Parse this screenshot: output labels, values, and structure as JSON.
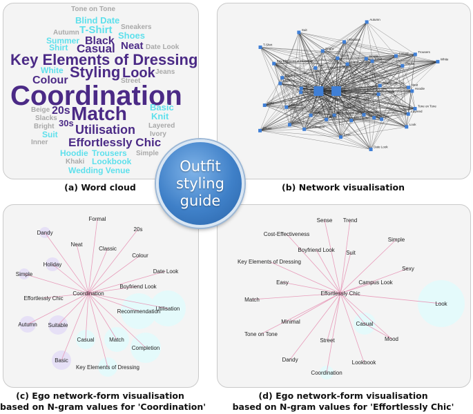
{
  "center": {
    "line1": "Outfit",
    "line2": "styling",
    "line3": "guide"
  },
  "captions": {
    "a": "(a) Word cloud",
    "b": "(b) Network visualisation",
    "c1": "(c) Ego network-form visualisation",
    "c2": "based on N-gram values for 'Coordination'",
    "d1": "(d) Ego network-form visualisation",
    "d2": "based on N-gram values for 'Effortlessly Chic'"
  },
  "colors": {
    "purple": "#4b2a86",
    "cyan": "#5ee0ec",
    "grey": "#a9a9a9",
    "edge_pink": "#e79ab9",
    "node_cyan": "#e4fafb",
    "node_lavender": "#e6e0f6"
  },
  "word_cloud": {
    "tone_on_tone": "Tone on Tone",
    "blind_date": "Blind Date",
    "t_shirt": "T-Shirt",
    "sneakers": "Sneakers",
    "autumn": "Autumn",
    "shoes": "Shoes",
    "summer": "Summer",
    "black": "Black",
    "shirt": "Shirt",
    "casual": "Casual",
    "neat": "Neat",
    "date_look": "Date Look",
    "key_elements": "Key Elements of Dressing",
    "white": "White",
    "styling": "Styling",
    "look": "Look",
    "jeans": "Jeans",
    "colour": "Colour",
    "street": "Street",
    "coordination": "Coordination",
    "basic": "Basic",
    "beige": "Beige",
    "twenties": "20s",
    "match": "Match",
    "knit": "Knit",
    "slacks": "Slacks",
    "thirties": "30s",
    "bright": "Bright",
    "layered": "Layered",
    "utilisation": "Utilisation",
    "suit": "Suit",
    "ivory": "Ivory",
    "inner": "Inner",
    "effortlessly_chic": "Effortlessly Chic",
    "hoodie": "Hoodie",
    "trousers": "Trousers",
    "simple": "Simple",
    "khaki": "Khaki",
    "lookbook": "Lookbook",
    "wedding_venue": "Wedding Venue"
  },
  "network": {
    "labels": [
      "Hoodie",
      "Khaki",
      "Jeans",
      "Street",
      "Shirt",
      "Slacks",
      "Wedding Venue",
      "Suit",
      "Tone on Tone",
      "Lookbook",
      "Simple",
      "Date Look",
      "Key Elements of Dressing",
      "Effortlessly Chic",
      "Coordination",
      "Match",
      "Look",
      "Colour",
      "Casual",
      "Basic",
      "Knit",
      "Sneakers",
      "Shoes",
      "Autumn",
      "Summer",
      "Black",
      "White",
      "Beige",
      "Bright",
      "Layered",
      "Ivory",
      "Inner",
      "Blind Date",
      "T-Shirt",
      "Neat",
      "Styling",
      "Utilisation",
      "20s",
      "30s",
      "Trousers"
    ]
  },
  "ego_coordination": {
    "center": "Coordination",
    "nodes": [
      "Formal",
      "Dandy",
      "20s",
      "Neat",
      "Classic",
      "Colour",
      "Holiday",
      "Simple",
      "Date Look",
      "Boyfriend Look",
      "Effortlessly Chic",
      "Utilisation",
      "Recommendation",
      "Autumn",
      "Suitable",
      "Casual",
      "Match",
      "Completion",
      "Basic",
      "Key Elements of Dressing"
    ]
  },
  "ego_chic": {
    "center": "Effortlessly Chic",
    "nodes": [
      "Sense",
      "Trend",
      "Cost-Effectiveness",
      "Simple",
      "Boyfriend Look",
      "Suit",
      "Key Elements of Dressing",
      "Sexy",
      "Easy",
      "Campus Look",
      "Match",
      "Look",
      "Casual",
      "Minimal",
      "Mood",
      "Tone on Tone",
      "Street",
      "Dandy",
      "Lookbook",
      "Coordination"
    ]
  }
}
